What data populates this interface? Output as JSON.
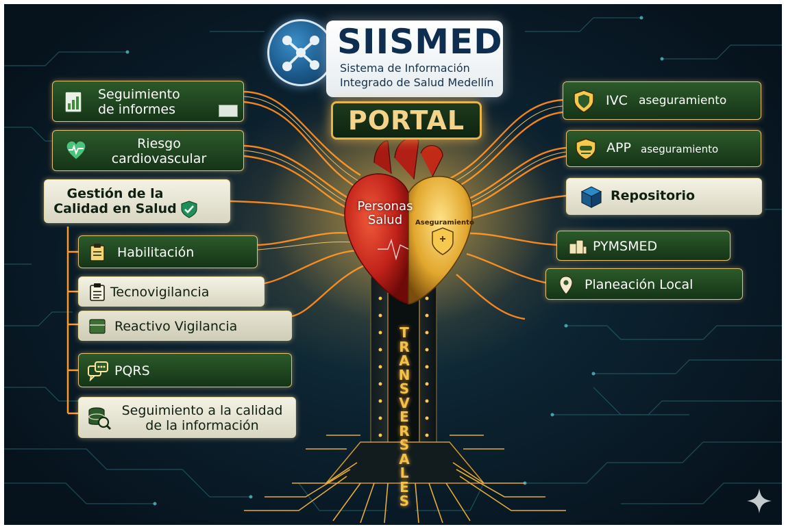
{
  "header": {
    "brand": "SIISMED",
    "subtitle_line1": "Sistema de Información",
    "subtitle_line2": "Integrado de Salud Medellín",
    "portal": "PORTAL"
  },
  "left_modules": [
    {
      "label": "Seguimiento\nde informes",
      "icon": "bar-chart-document-icon"
    },
    {
      "label": "Riesgo\ncardiovascular",
      "icon": "heart-pulse-icon"
    },
    {
      "label": "Gestión de la\nCalidad en Salud",
      "icon": "check-shield-icon"
    },
    {
      "label": "Habilitación",
      "icon": "clipboard-icon"
    },
    {
      "label": "Tecnovigilancia",
      "icon": "checklist-clipboard-icon"
    },
    {
      "label": "Reactivo Vigilancia",
      "icon": "document-stack-icon"
    },
    {
      "label": "PQRS",
      "icon": "chat-bubbles-icon"
    },
    {
      "label": "Seguimiento a la calidad\nde la información",
      "icon": "database-search-icon"
    }
  ],
  "right_modules": [
    {
      "label_main": "IVC",
      "label_small": "aseguramiento",
      "icon": "shield-icon"
    },
    {
      "label_main": "APP",
      "label_small": "aseguramiento",
      "icon": "shield-mask-icon"
    },
    {
      "label_main": "Repositorio",
      "label_small": "",
      "icon": "cube-icon"
    },
    {
      "label_main": "PYMSMED",
      "label_small": "",
      "icon": "building-icon"
    },
    {
      "label_main": "Planeación Local",
      "label_small": "",
      "icon": "map-pin-icon"
    }
  ],
  "center": {
    "heart_left": "Personas\nSalud",
    "heart_right": "Aseguramiento",
    "pillar": "TRANSVERSALES"
  },
  "colors": {
    "accent_gold": "#e9b44a",
    "box_green": "#2c5a2a",
    "heart_red": "#c4261c",
    "brand_navy": "#0f2e4f"
  }
}
